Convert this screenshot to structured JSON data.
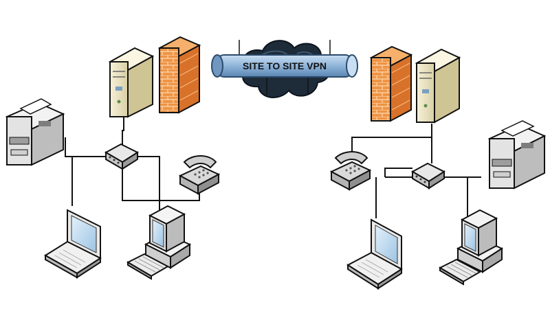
{
  "diagram": {
    "vpn_label": "SITE TO SITE VPN",
    "colors": {
      "tunnel": "#8fb4d9",
      "cloud": "#1e2c3a",
      "firewall": "#e98a3a",
      "server": "#efe7c6",
      "device": "#dcdcdc",
      "screen": "#b9d7ee",
      "line": "#111111"
    },
    "sites": [
      {
        "name": "left-site",
        "nodes": [
          "server",
          "firewall",
          "printer",
          "hub",
          "phone",
          "laptop",
          "desktop"
        ]
      },
      {
        "name": "right-site",
        "nodes": [
          "server",
          "firewall",
          "printer",
          "hub",
          "phone",
          "laptop",
          "desktop"
        ]
      }
    ]
  }
}
